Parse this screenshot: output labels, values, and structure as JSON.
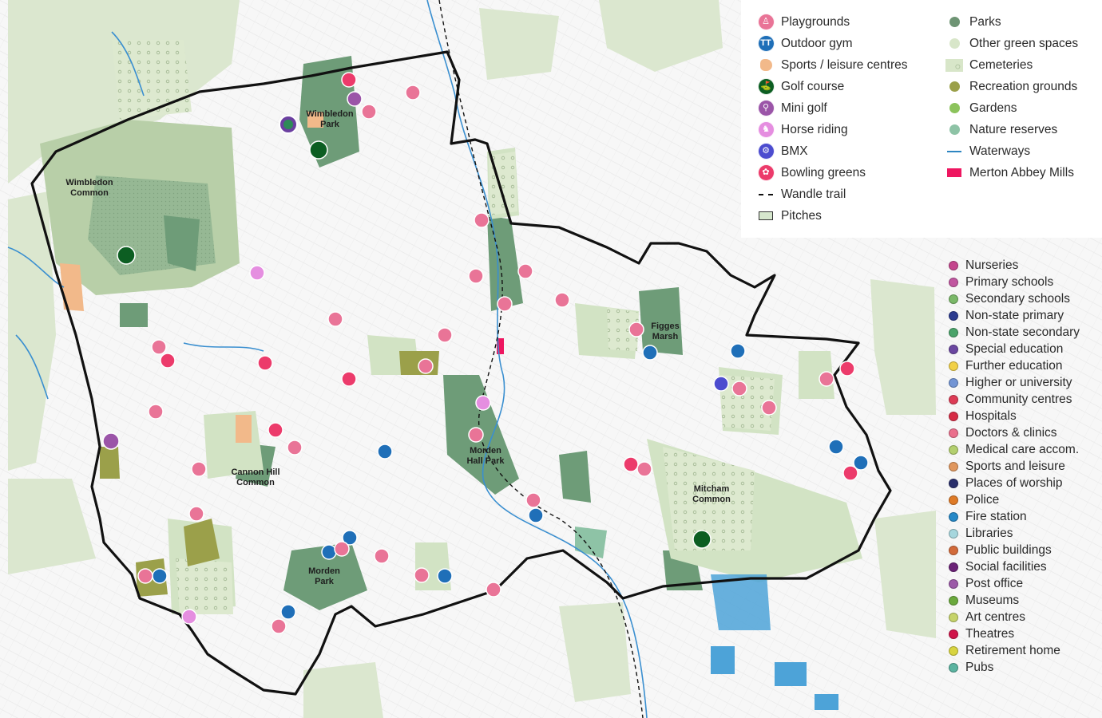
{
  "map": {
    "place_labels": [
      {
        "id": "wimbledon-common",
        "lines": [
          "Wimbledon",
          "Common"
        ]
      },
      {
        "id": "wimbledon-park",
        "lines": [
          "Wimbledon",
          "Park"
        ]
      },
      {
        "id": "figges-marsh",
        "lines": [
          "Figges",
          "Marsh"
        ]
      },
      {
        "id": "morden-hall-park",
        "lines": [
          "Morden",
          "Hall Park"
        ]
      },
      {
        "id": "cannon-hill-common",
        "lines": [
          "Cannon Hill",
          "Common"
        ]
      },
      {
        "id": "mitcham-common",
        "lines": [
          "Mitcham",
          "Common"
        ]
      },
      {
        "id": "morden-park",
        "lines": [
          "Morden",
          "Park"
        ]
      }
    ],
    "colors": {
      "park": "#6e9c78",
      "green_space": "#d7e6cc",
      "boundary": "#111111",
      "waterway": "#3a8fd0",
      "street": "#ededed"
    }
  },
  "legend_top": {
    "left_column": [
      {
        "label": "Playgrounds",
        "symbol": "pin",
        "glyph": "♙",
        "color": "#e97497",
        "icon": "playground-icon"
      },
      {
        "label": "Outdoor gym",
        "symbol": "pin",
        "glyph": "TT",
        "color": "#1f6fb8",
        "icon": "outdoor-gym-icon"
      },
      {
        "label": "Sports / leisure centres",
        "symbol": "blob",
        "color": "#f2b98a",
        "icon": "sports-centre-icon"
      },
      {
        "label": "Golf course",
        "symbol": "pin",
        "glyph": "⛳",
        "color": "#0c5e22",
        "icon": "golf-course-icon"
      },
      {
        "label": "Mini golf",
        "symbol": "pin",
        "glyph": "⚲",
        "color": "#9b55a8",
        "icon": "mini-golf-icon"
      },
      {
        "label": "Horse riding",
        "symbol": "pin",
        "glyph": "♞",
        "color": "#e58ee0",
        "icon": "horse-riding-icon"
      },
      {
        "label": "BMX",
        "symbol": "pin",
        "glyph": "⚙",
        "color": "#4c4ccf",
        "icon": "bmx-icon"
      },
      {
        "label": "Bowling greens",
        "symbol": "pin",
        "glyph": "✿",
        "color": "#ec3b6b",
        "icon": "bowling-green-icon"
      },
      {
        "label": "Wandle trail",
        "symbol": "dash",
        "color": "#111111",
        "icon": "wandle-trail-icon"
      },
      {
        "label": "Pitches",
        "symbol": "rect",
        "color": "#d6e7cd",
        "icon": "pitches-icon"
      }
    ],
    "right_column": [
      {
        "label": "Parks",
        "symbol": "dot",
        "color": "#6e9474",
        "icon": "parks-icon"
      },
      {
        "label": "Other green spaces",
        "symbol": "dot",
        "color": "#d8e6c9",
        "icon": "green-space-icon"
      },
      {
        "label": "Cemeteries",
        "symbol": "cemetery",
        "color": "#d8e6c9",
        "icon": "cemetery-icon"
      },
      {
        "label": "Recreation grounds",
        "symbol": "dot",
        "color": "#9ba04a",
        "icon": "recreation-ground-icon"
      },
      {
        "label": "Gardens",
        "symbol": "dot",
        "color": "#8cc35c",
        "icon": "gardens-icon"
      },
      {
        "label": "Nature reserves",
        "symbol": "dot",
        "color": "#8ec3a6",
        "icon": "nature-reserve-icon"
      },
      {
        "label": "Waterways",
        "symbol": "line",
        "color": "#2e86c1",
        "icon": "waterway-icon"
      },
      {
        "label": "Merton Abbey Mills",
        "symbol": "rectsolid",
        "color": "#ee1660",
        "icon": "merton-abbey-mills-icon"
      }
    ]
  },
  "legend_facilities": [
    {
      "label": "Nurseries",
      "color": "#c4458d"
    },
    {
      "label": "Primary schools",
      "color": "#c156a0"
    },
    {
      "label": "Secondary schools",
      "color": "#7ab868"
    },
    {
      "label": "Non-state primary",
      "color": "#2b3b8f"
    },
    {
      "label": "Non-state secondary",
      "color": "#4aa36a"
    },
    {
      "label": "Special education",
      "color": "#6a46a0"
    },
    {
      "label": "Further education",
      "color": "#f1d047"
    },
    {
      "label": "Higher or university",
      "color": "#7294d4"
    },
    {
      "label": "Community centres",
      "color": "#dd3b55"
    },
    {
      "label": "Hospitals",
      "color": "#d62b45"
    },
    {
      "label": "Doctors & clinics",
      "color": "#ea6f8c"
    },
    {
      "label": "Medical care accom.",
      "color": "#b3cf6e"
    },
    {
      "label": "Sports and leisure",
      "color": "#e0975e"
    },
    {
      "label": "Places of worship",
      "color": "#2a2f6b"
    },
    {
      "label": "Police",
      "color": "#de7a27"
    },
    {
      "label": "Fire station",
      "color": "#2689c8"
    },
    {
      "label": "Libraries",
      "color": "#a6d6dd"
    },
    {
      "label": "Public buildings",
      "color": "#d26a3a"
    },
    {
      "label": "Social facilities",
      "color": "#6b2277"
    },
    {
      "label": "Post office",
      "color": "#9c5aa8"
    },
    {
      "label": "Museums",
      "color": "#6aa83c"
    },
    {
      "label": "Art centres",
      "color": "#c6d36a"
    },
    {
      "label": "Theatres",
      "color": "#d0154a"
    },
    {
      "label": "Retirement home",
      "color": "#d8d440"
    },
    {
      "label": "Pubs",
      "color": "#5ab3a0"
    }
  ]
}
